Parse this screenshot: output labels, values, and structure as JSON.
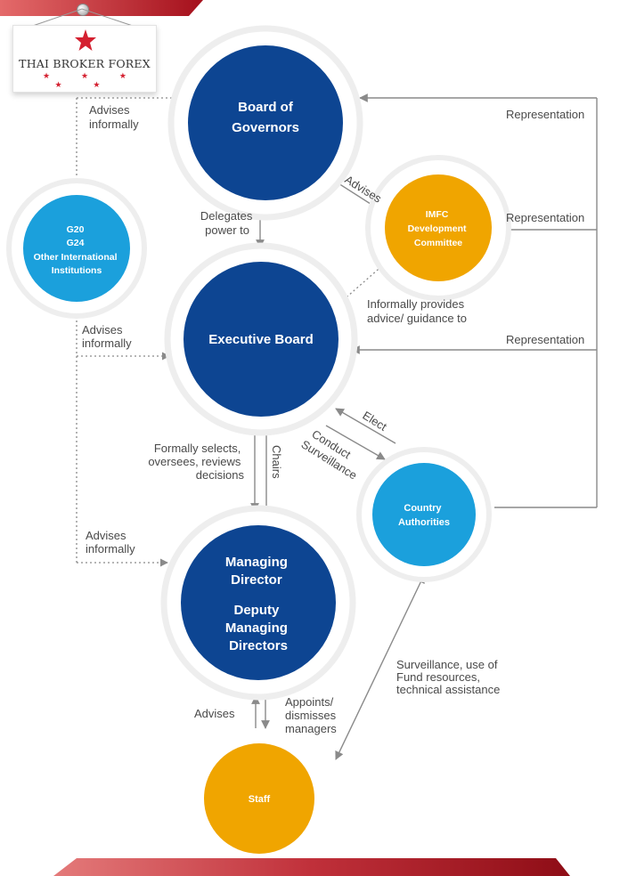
{
  "brand": {
    "name": "THAI BROKER FOREX",
    "stars": "★ ★ ★ ★ ★",
    "color": "#d42030"
  },
  "colors": {
    "dark_blue": "#0d4592",
    "light_blue": "#1ba0dc",
    "orange": "#f0a500",
    "halo": "#eeeeee",
    "line": "#8a8a8a"
  },
  "nodes": {
    "board_of_governors": [
      "Board of",
      "Governors"
    ],
    "executive_board": [
      "Executive Board"
    ],
    "managing_director": [
      "Managing",
      "Director",
      "",
      "Deputy",
      "Managing",
      "Directors"
    ],
    "imfc": [
      "IMFC",
      "Development",
      "Committee"
    ],
    "g20": [
      "G20",
      "G24",
      "Other International",
      "Institutions"
    ],
    "country_authorities": [
      "Country",
      "Authorities"
    ],
    "staff": [
      "Staff"
    ]
  },
  "edges": {
    "advises_informally_bog": [
      "Advises",
      "informally"
    ],
    "representation_bog": "Representation",
    "delegates_power": [
      "Delegates",
      "power to"
    ],
    "advises_imfc": "Advises",
    "representation_imfc": "Representation",
    "informally_provides": [
      "Informally provides",
      "advice/ guidance to"
    ],
    "advises_informally_eb": [
      "Advises",
      "informally"
    ],
    "representation_eb": "Representation",
    "elect": "Elect",
    "conduct_surveillance": [
      "Conduct",
      "Surveillance"
    ],
    "formally_selects": [
      "Formally selects,",
      "oversees, reviews",
      "decisions"
    ],
    "chairs": "Chairs",
    "advises_informally_md": [
      "Advises",
      "informally"
    ],
    "surveillance_resources": [
      "Surveillance, use of",
      "Fund resources,",
      "technical assistance"
    ],
    "advises_staff": "Advises",
    "appoints_dismisses": [
      "Appoints/",
      "dismisses",
      "managers"
    ]
  }
}
